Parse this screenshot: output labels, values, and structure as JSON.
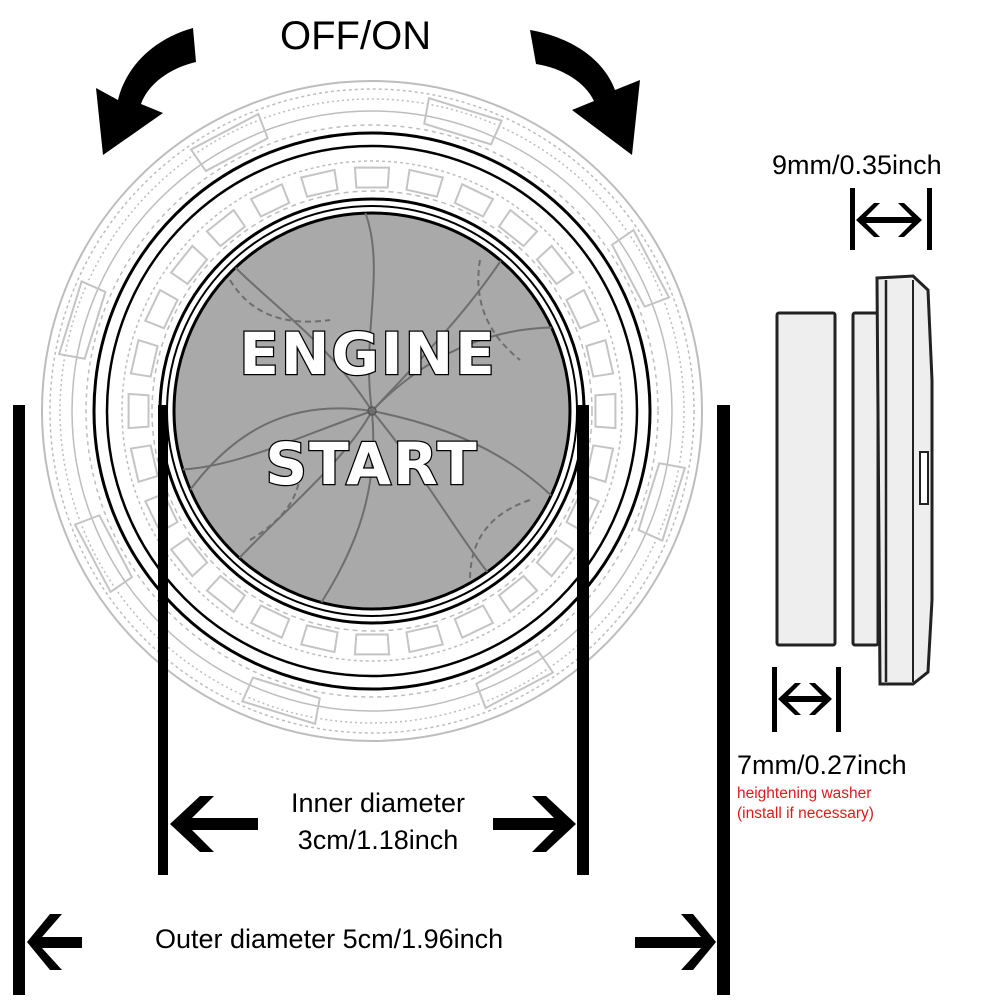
{
  "title": "OFF/ON",
  "button_face": {
    "line1": "ENGINE",
    "line2": "START",
    "face_color": "#a9a9a9",
    "ring_color": "#000000",
    "engraving_color": "#b8b8b8"
  },
  "rotation_arrows": [
    {
      "direction": "counterclockwise",
      "meaning": "OFF"
    },
    {
      "direction": "clockwise",
      "meaning": "ON"
    }
  ],
  "dimensions": {
    "button_thickness": "9mm/0.35inch",
    "washer_thickness": "7mm/0.27inch",
    "washer_note_line1": "heightening washer",
    "washer_note_line2": "(install if necessary)",
    "inner_diameter_label": "Inner diameter",
    "inner_diameter_value": "3cm/1.18inch",
    "outer_diameter": "Outer diameter 5cm/1.96inch"
  },
  "colors": {
    "note_red": "#e01a1a",
    "side_fill": "#eeeeee"
  }
}
